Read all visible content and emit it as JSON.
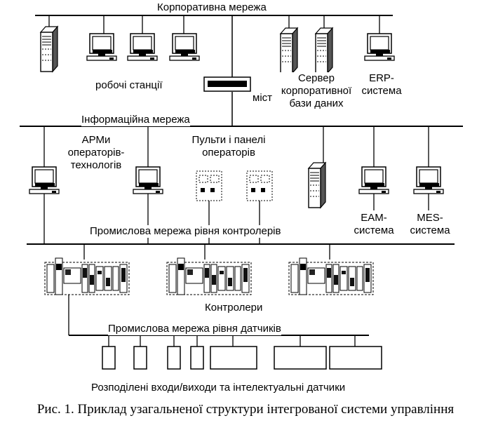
{
  "networks": {
    "corporate": "Корпоративна мережа",
    "information": "Інформаційна мережа",
    "controller_level": "Промислова мережа рівня контролерів",
    "sensor_level": "Промислова мережа рівня датчиків"
  },
  "nodes": {
    "workstations": "робочі станції",
    "bridge": "міст",
    "db_server": [
      "Сервер",
      "корпоративної",
      "бази даних"
    ],
    "erp": [
      "ERP-",
      "система"
    ],
    "arm": [
      "АРМи",
      "операторів-",
      "технологів"
    ],
    "panels": [
      "Пульти і панелі",
      "операторів"
    ],
    "eam": [
      "EAM-",
      "система"
    ],
    "mes": [
      "MES-",
      "система"
    ],
    "controllers": "Контролери",
    "io": "Розподілені входи/виходи та інтелектуальні датчики"
  },
  "caption": "Рис. 1. Приклад узагальненої структури інтегрованої системи управління"
}
